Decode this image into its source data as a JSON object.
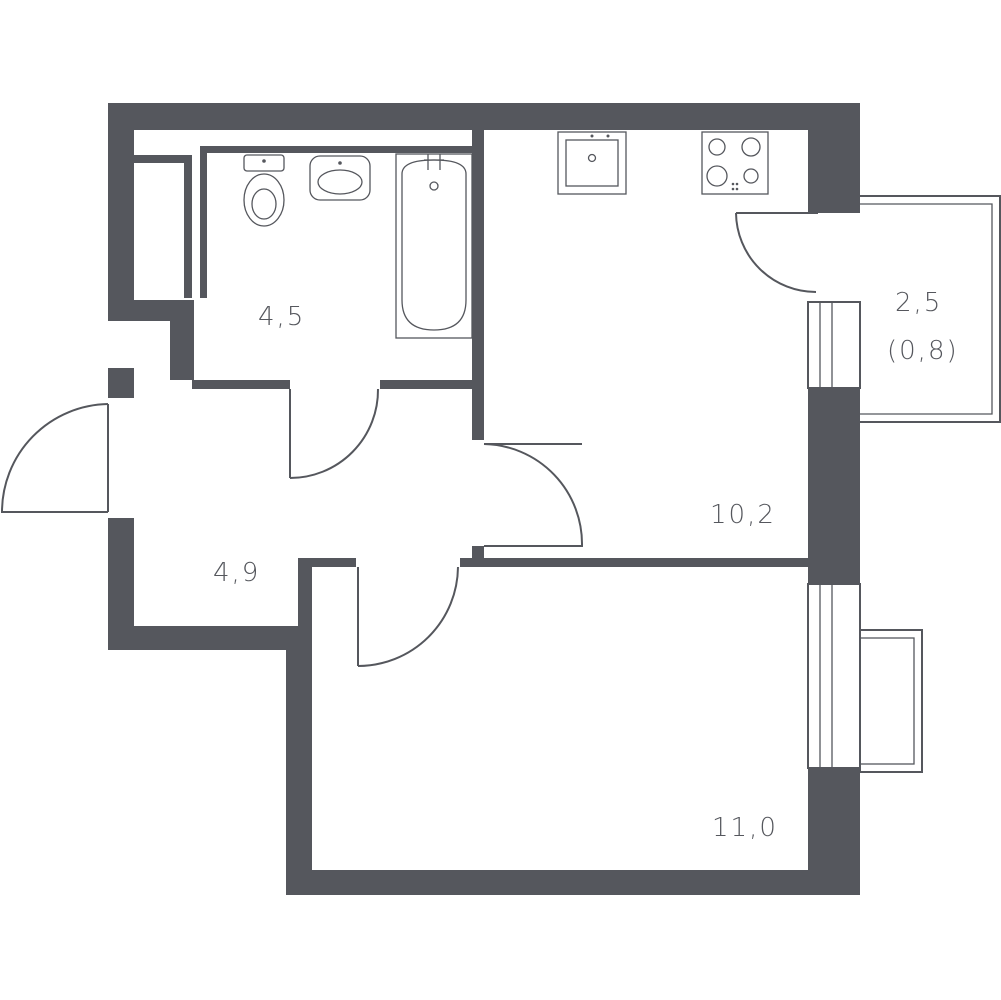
{
  "rooms": {
    "bathroom": {
      "area": "4,5"
    },
    "kitchen": {
      "area": "10,2"
    },
    "hall": {
      "area": "4,9"
    },
    "bedroom": {
      "area": "11,0"
    },
    "loggia": {
      "area": "2,5",
      "reduced_area": "(0,8)"
    }
  },
  "colors": {
    "wall": "#55575d",
    "background": "#ffffff"
  }
}
